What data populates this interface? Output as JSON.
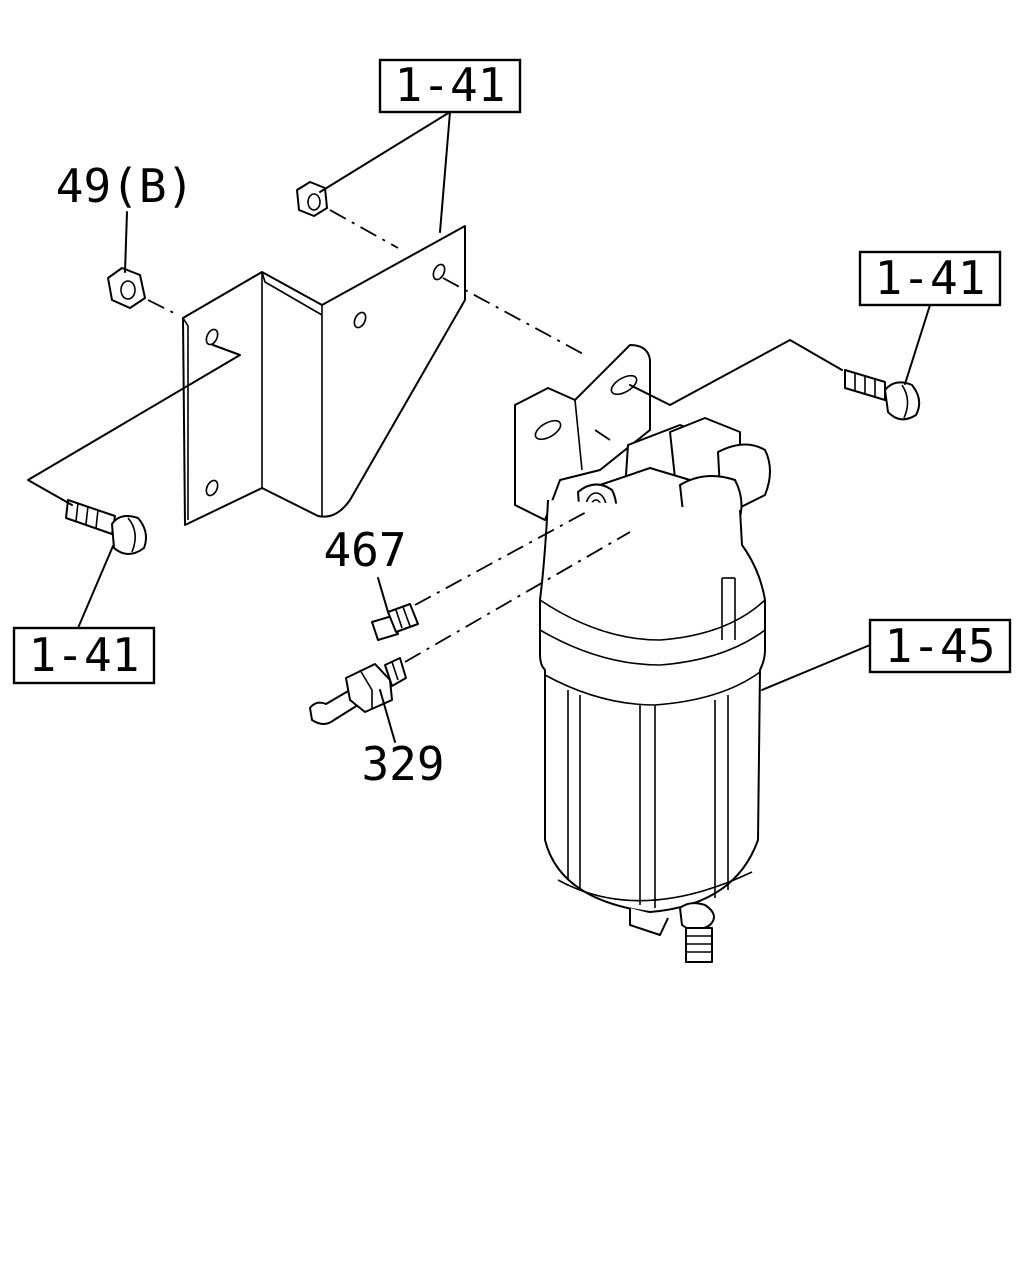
{
  "labels": {
    "bracket_top": "1-41",
    "bolt_right": "1-41",
    "bolt_left": "1-41",
    "filter": "1-45",
    "nut": "49(B)",
    "plug": "467",
    "fitting": "329"
  }
}
